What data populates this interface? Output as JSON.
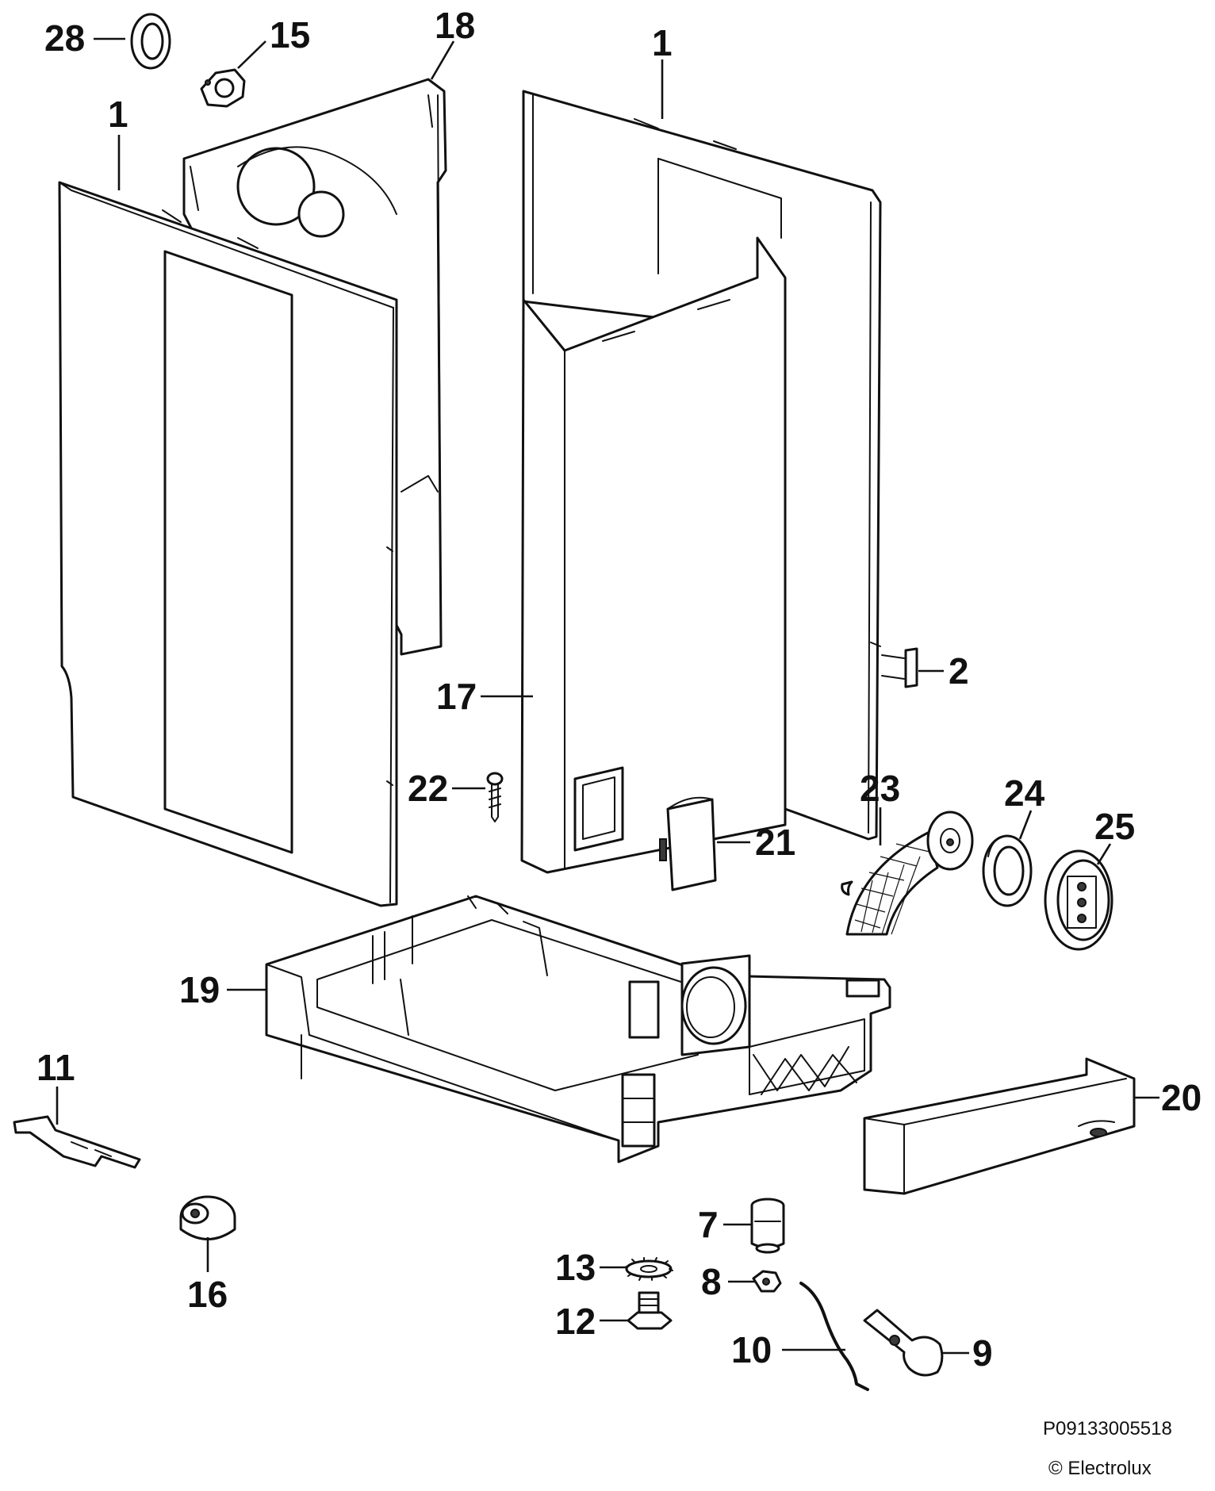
{
  "labels": {
    "p1_left": "1",
    "p1_right": "1",
    "p2": "2",
    "p7": "7",
    "p8": "8",
    "p9": "9",
    "p10": "10",
    "p11": "11",
    "p12": "12",
    "p13": "13",
    "p15": "15",
    "p16": "16",
    "p17": "17",
    "p18": "18",
    "p19": "19",
    "p20": "20",
    "p21": "21",
    "p22": "22",
    "p23": "23",
    "p24": "24",
    "p25": "25",
    "p28": "28"
  },
  "footer": {
    "document_code": "P09133005518",
    "copyright": "© Electrolux"
  },
  "colors": {
    "line": "#111111",
    "background": "#ffffff"
  }
}
